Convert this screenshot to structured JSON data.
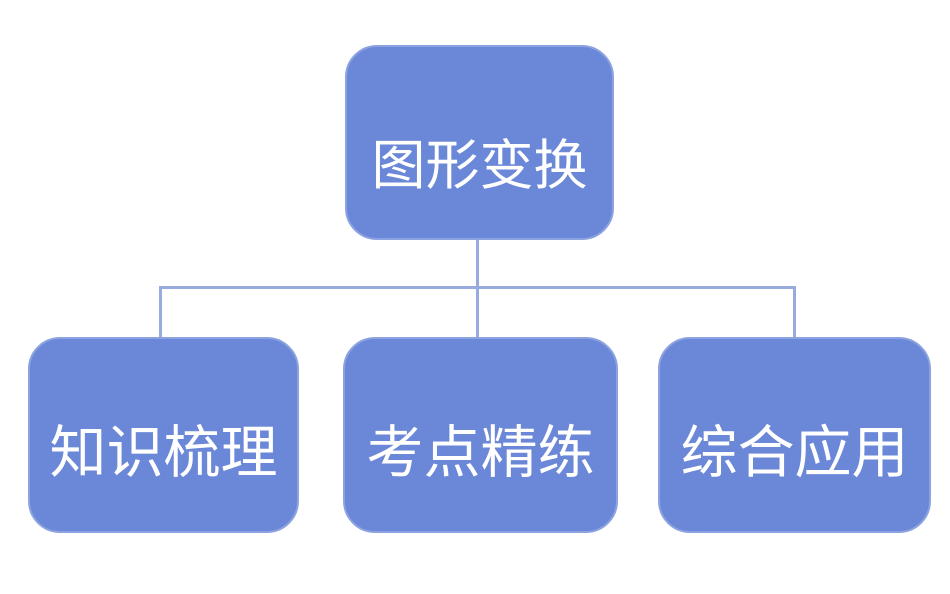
{
  "colors": {
    "node-fill": "#6b87d7",
    "node-border": "#8da3e1",
    "connector": "#97abdf",
    "node-text": "#ffffff",
    "background": "#ffffff"
  },
  "diagram": {
    "type": "hierarchy",
    "root": {
      "label": "图形变换"
    },
    "children": [
      {
        "label": "知识梳理"
      },
      {
        "label": "考点精练"
      },
      {
        "label": "综合应用"
      }
    ]
  }
}
